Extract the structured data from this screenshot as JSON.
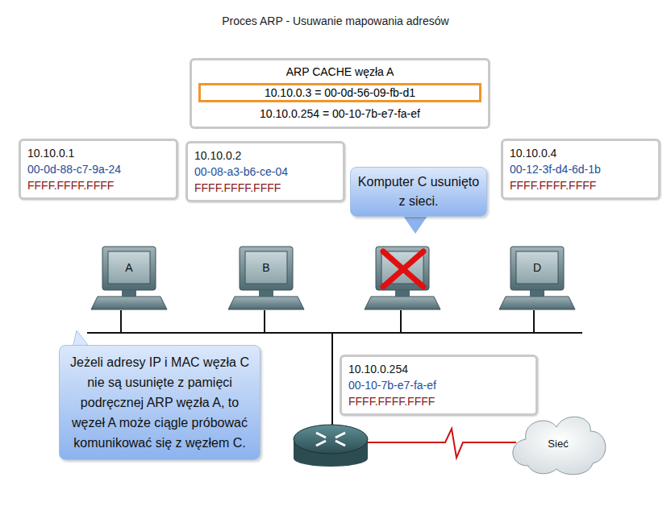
{
  "diagram": {
    "title": "Proces ARP - Usuwanie mapowania adresów",
    "nodes": [
      {
        "text": [
          "ARP CACHE węzła A",
          "10.10.0.254 = 00-10-7b-e7-fa-ef"
        ]
      },
      {
        "text": [
          "10.10.0.3 = 00-0d-56-09-fb-d1"
        ],
        "in": 0
      },
      {
        "text": [
          "10.10.0.1",
          "00-0d-88-c7-9a-24",
          "FFFF.FFFF.FFFF"
        ]
      },
      {
        "text": [
          "10.10.0.2",
          "00-08-a3-b6-ce-04",
          "FFFF.FFFF.FFFF"
        ]
      },
      {
        "text": [
          "Komputer C usunięto z sieci."
        ]
      },
      {
        "text": [
          "10.10.0.4",
          "00-12-3f-d4-6d-1b",
          "FFFF.FFFF.FFFF"
        ]
      },
      {
        "text": [
          "A"
        ]
      },
      {
        "text": [
          "B"
        ]
      },
      {
        "text": [
          "D"
        ]
      },
      {
        "text": [
          "Jeżeli adresy IP i MAC węzła C nie są usunięte z pamięci podręcznej ARP węzła A, to węzeł A może ciągle próbować komunikować się z węzłem C."
        ]
      },
      {
        "text": [
          "10.10.0.254",
          "00-10-7b-e7-fa-ef",
          "FFFF.FFFF.FFFF"
        ]
      },
      {
        "text": [
          "Sieć"
        ]
      }
    ]
  }
}
